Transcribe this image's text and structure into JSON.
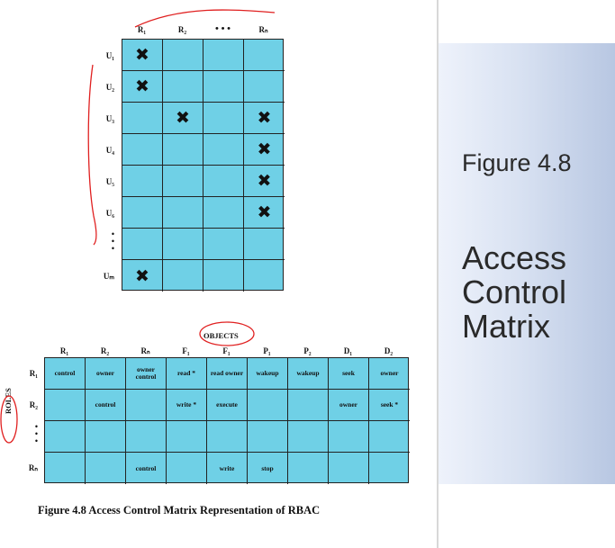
{
  "side": {
    "subtitle": "Figure 4.8",
    "title_lines": [
      "Access",
      "Control",
      "Matrix"
    ]
  },
  "top_matrix": {
    "col_headers": [
      "R₁",
      "R₂",
      "• • •",
      "Rₙ"
    ],
    "row_headers": [
      "U₁",
      "U₂",
      "U₃",
      "U₄",
      "U₅",
      "U₆",
      "•\n•\n•",
      "Uₘ"
    ],
    "mark": "✖",
    "cells": [
      [
        "✖",
        "",
        "",
        ""
      ],
      [
        "✖",
        "",
        "",
        ""
      ],
      [
        "",
        "✖",
        "",
        "✖"
      ],
      [
        "",
        "",
        "",
        "✖"
      ],
      [
        "",
        "",
        "",
        "✖"
      ],
      [
        "",
        "",
        "",
        "✖"
      ],
      [
        "",
        "",
        "",
        ""
      ],
      [
        "✖",
        "",
        "",
        ""
      ]
    ]
  },
  "bottom_matrix": {
    "objects_label": "OBJECTS",
    "roles_label": "ROLES",
    "col_headers": [
      "R₁",
      "R₂",
      "Rₙ",
      "F₁",
      "F₁",
      "P₁",
      "P₂",
      "D₁",
      "D₂"
    ],
    "row_headers": [
      "R₁",
      "R₂",
      "•\n•\n•",
      "Rₙ"
    ],
    "cells": [
      [
        "control",
        "owner",
        "owner control",
        "read *",
        "read owner",
        "wakeup",
        "wakeup",
        "seek",
        "owner"
      ],
      [
        "",
        "control",
        "",
        "write *",
        "execute",
        "",
        "",
        "owner",
        "seek *"
      ],
      [
        "",
        "",
        "",
        "",
        "",
        "",
        "",
        "",
        ""
      ],
      [
        "",
        "",
        "control",
        "",
        "write",
        "stop",
        "",
        "",
        ""
      ]
    ]
  },
  "caption": "Figure 4.8  Access Control Matrix Representation of RBAC",
  "colors": {
    "cell_fill": "#6fd0e6",
    "ink": "#e02020",
    "panel": "#c9d5ec"
  }
}
